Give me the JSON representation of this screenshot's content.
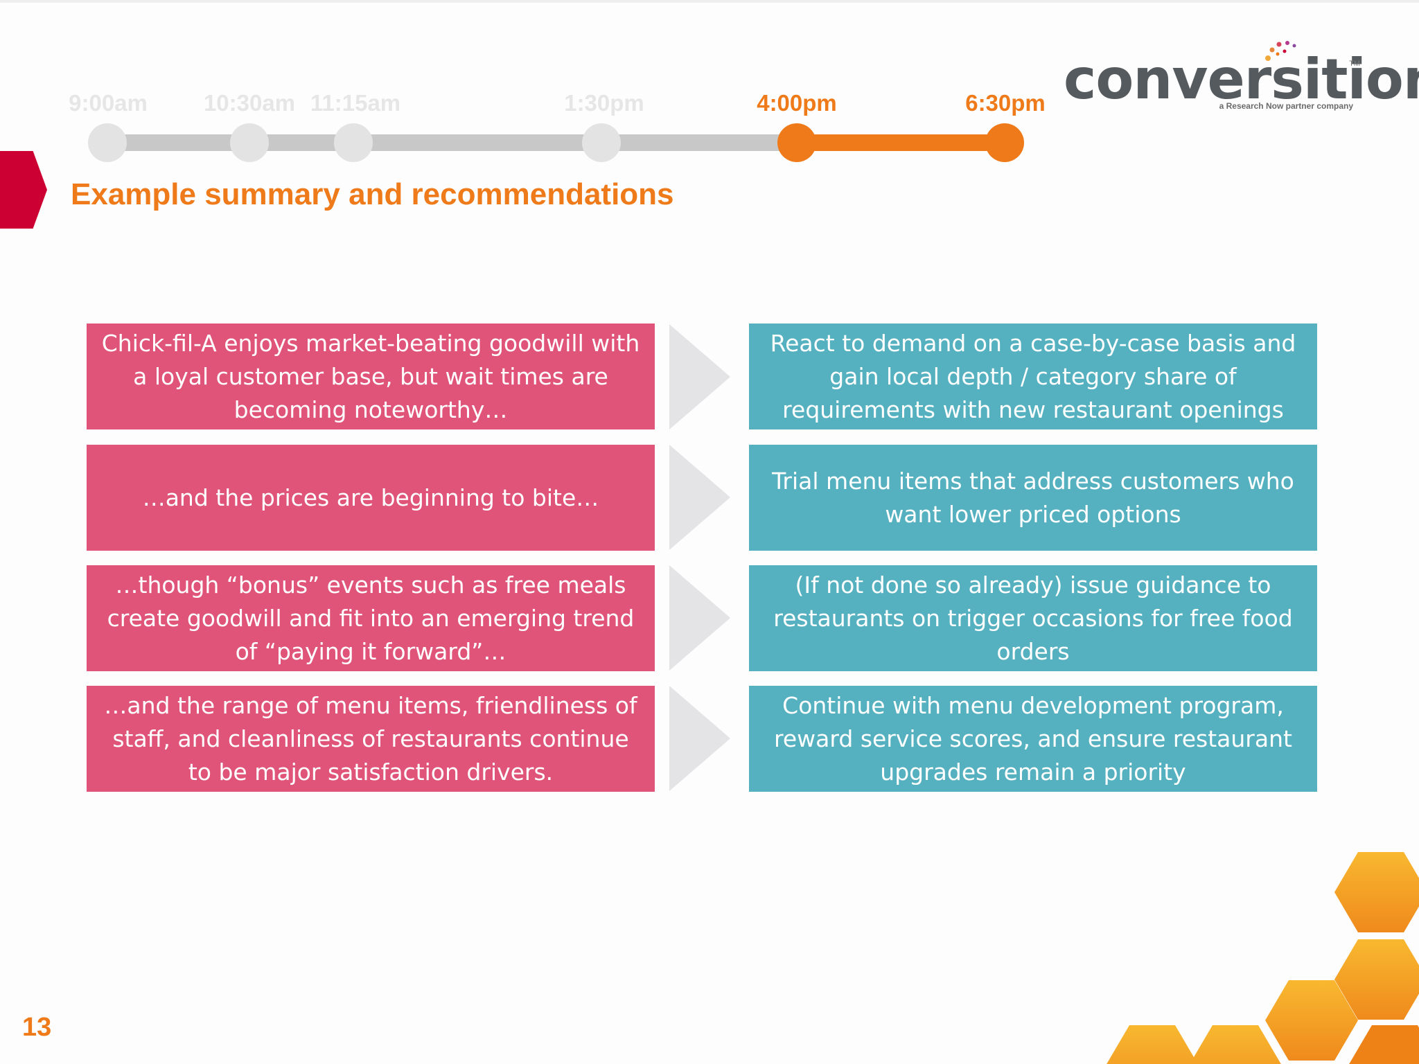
{
  "timeline": {
    "stops": [
      {
        "time": "9:00am",
        "active": false
      },
      {
        "time": "10:30am",
        "active": false
      },
      {
        "time": "11:15am",
        "active": false
      },
      {
        "time": "1:30pm",
        "active": false
      },
      {
        "time": "4:00pm",
        "active": true
      },
      {
        "time": "6:30pm",
        "active": true
      }
    ]
  },
  "logo": {
    "wordmark": "conversition",
    "tagline": "a Research Now partner company",
    "trademark": "TM"
  },
  "title": "Example summary and recommendations",
  "rows": [
    {
      "finding": "Chick-fil-A enjoys market-beating goodwill with a loyal customer base, but wait times are becoming noteworthy…",
      "recommendation": "React to demand on a case-by-case basis and gain local depth / category share of requirements with new restaurant openings"
    },
    {
      "finding": "…and the prices are beginning to bite…",
      "recommendation": "Trial menu items that address customers who want lower priced options"
    },
    {
      "finding": "…though “bonus” events such as free meals create goodwill and fit into an emerging trend of “paying it forward”…",
      "recommendation": "(If not done so already) issue guidance to restaurants on trigger occasions for free food orders"
    },
    {
      "finding": "…and the range of menu items, friendliness of staff, and cleanliness of restaurants continue to be major satisfaction drivers.",
      "recommendation": "Continue with menu development program, reward service scores, and ensure restaurant upgrades remain a priority"
    }
  ],
  "page_number": "13",
  "colors": {
    "accent_orange": "#ee7a1a",
    "finding_box": "#df5478",
    "recommendation_box": "#55b1bf",
    "inactive_timeline": "#c8c8c8",
    "tab_marker": "#cc0033"
  }
}
